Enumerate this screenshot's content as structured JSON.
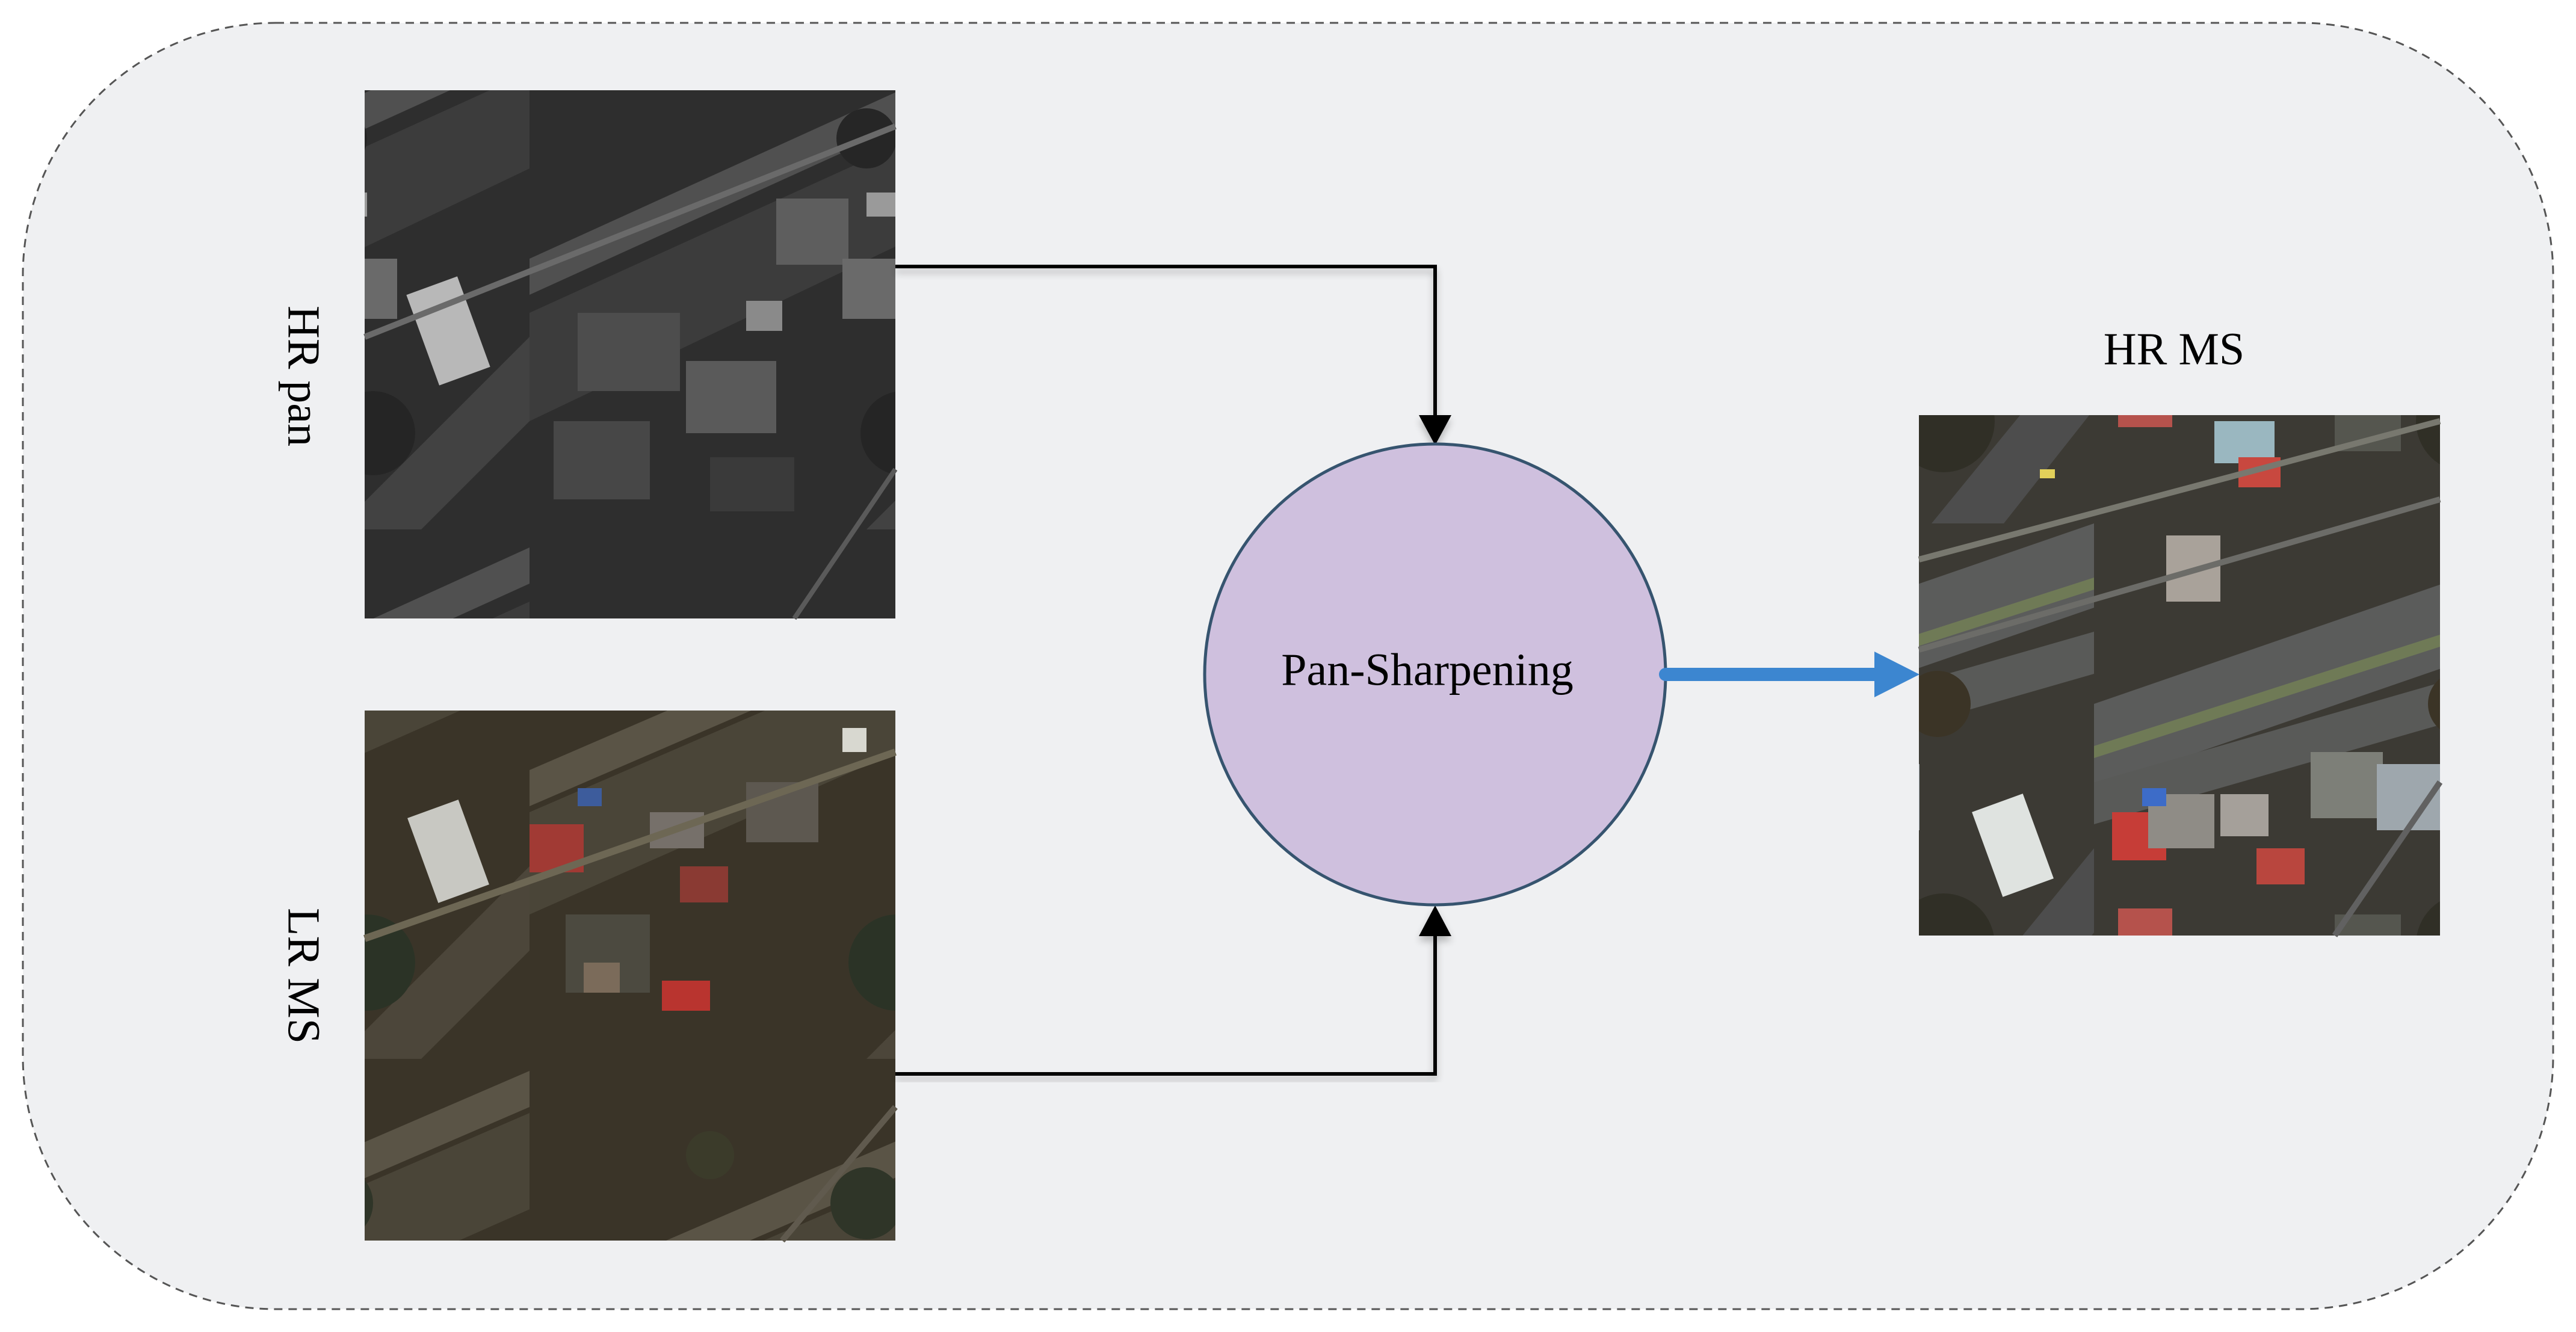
{
  "inputs": {
    "hr_pan_label": "HR pan",
    "lr_ms_label": "LR MS"
  },
  "process": {
    "label": "Pan-Sharpening"
  },
  "output": {
    "label": "HR MS"
  },
  "colors": {
    "background_panel": "#eff0f2",
    "panel_border": "#555555",
    "process_fill": "#cfc0de",
    "process_stroke": "#36546f",
    "output_arrow": "#3c86d0",
    "connector": "#000000"
  }
}
